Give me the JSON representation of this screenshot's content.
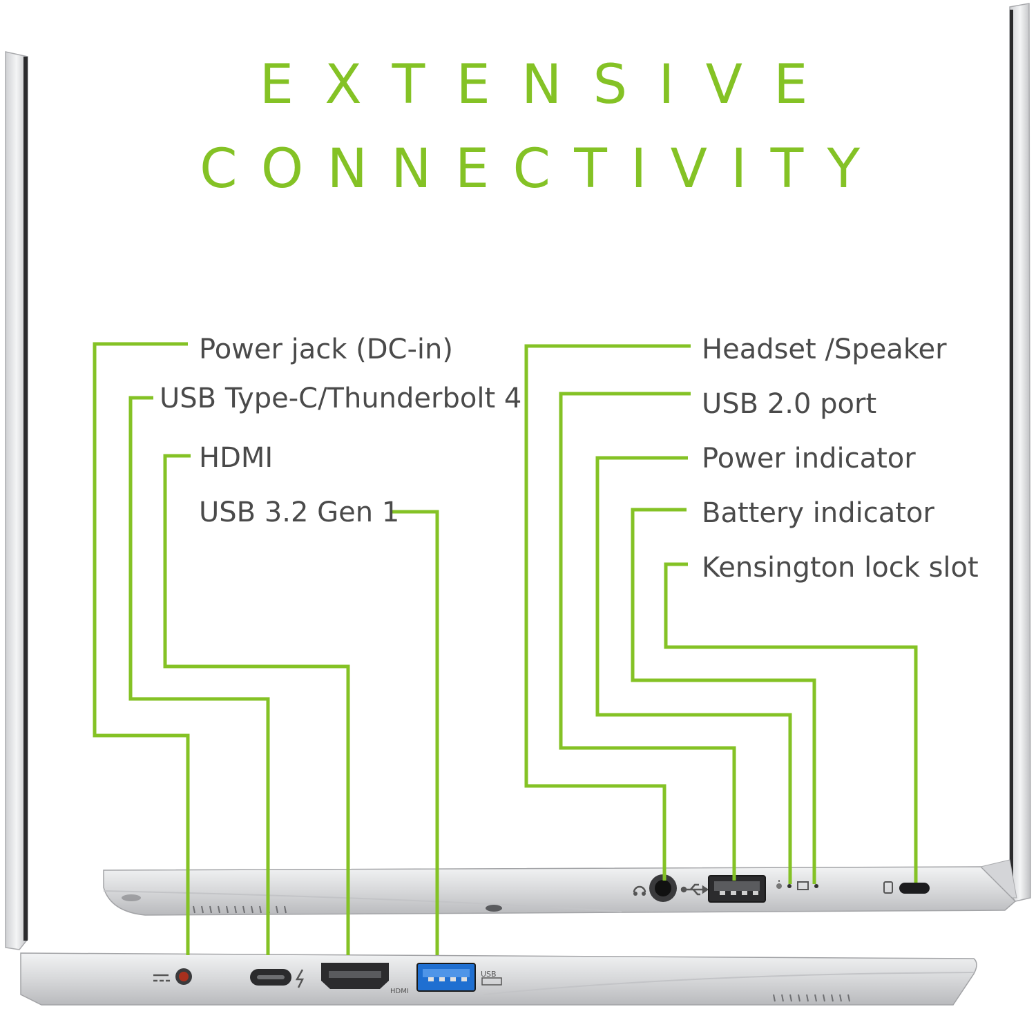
{
  "title": {
    "line1": "EXTENSIVE",
    "line2": "CONNECTIVITY"
  },
  "left_ports": [
    {
      "label": "Power jack (DC-in)",
      "icon": "power-jack-icon"
    },
    {
      "label": "USB Type-C/Thunderbolt 4",
      "icon": "usb-c-icon"
    },
    {
      "label": "HDMI",
      "icon": "hdmi-icon"
    },
    {
      "label": "USB 3.2 Gen 1",
      "icon": "usb-a-icon"
    }
  ],
  "right_ports": [
    {
      "label": "Headset /Speaker",
      "icon": "headset-jack-icon"
    },
    {
      "label": "USB 2.0 port",
      "icon": "usb-a-icon"
    },
    {
      "label": "Power indicator",
      "icon": "led-icon"
    },
    {
      "label": "Battery indicator",
      "icon": "led-icon"
    },
    {
      "label": "Kensington lock slot",
      "icon": "lock-slot-icon"
    }
  ],
  "port_marks": {
    "hdmi": "HDMI",
    "usb": "USB"
  },
  "colors": {
    "accent": "#84c225",
    "label_text": "#4a4a4a",
    "laptop_silver": "#d9dadc",
    "usb3_blue": "#1f6fd1"
  }
}
